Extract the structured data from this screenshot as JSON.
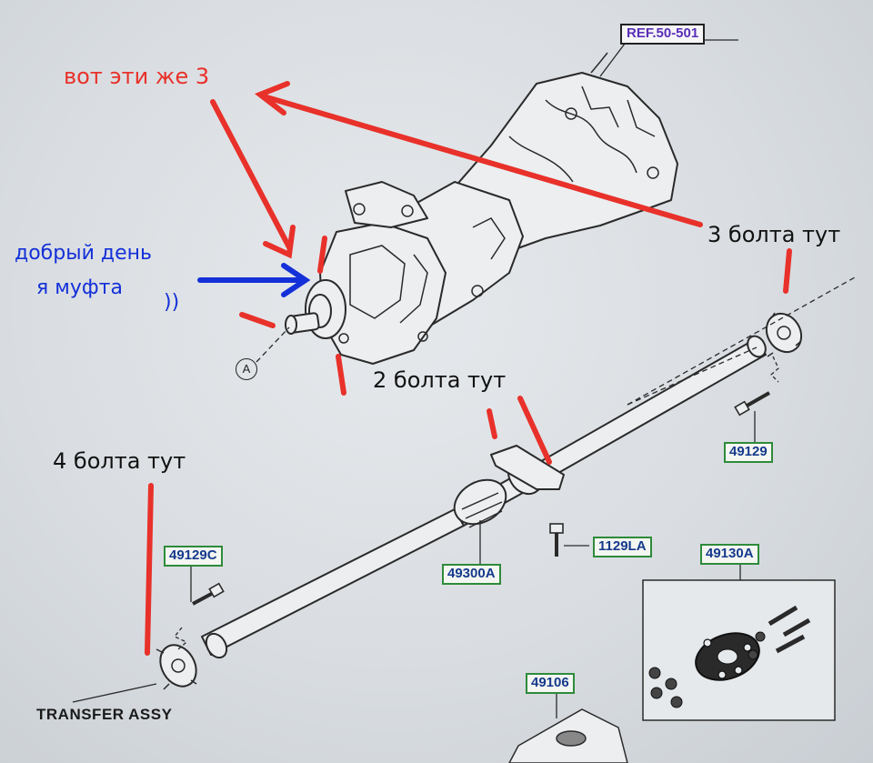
{
  "annotations": {
    "vot_eti": "вот эти же 3",
    "dobry_den": "добрый день",
    "ya_mufta": "я муфта",
    "smile": "))",
    "three_bolts": "3 болта тут",
    "two_bolts": "2 болта тут",
    "four_bolts": "4 болта тут"
  },
  "labels": {
    "ref": "REF.50-501",
    "transfer": "TRANSFER ASSY",
    "circle_a": "A"
  },
  "parts": {
    "p49129": "49129",
    "p49129c": "49129C",
    "p49300a": "49300A",
    "p1129la": "1129LA",
    "p49130a": "49130A",
    "p49106": "49106"
  },
  "colors": {
    "annotation_red": "#e8312a",
    "annotation_blue": "#1430d8",
    "part_box_border": "#2e8b3a",
    "part_text": "#153a8c",
    "ref_text": "#5a2fb8",
    "line_art": "#2a2a2a"
  }
}
